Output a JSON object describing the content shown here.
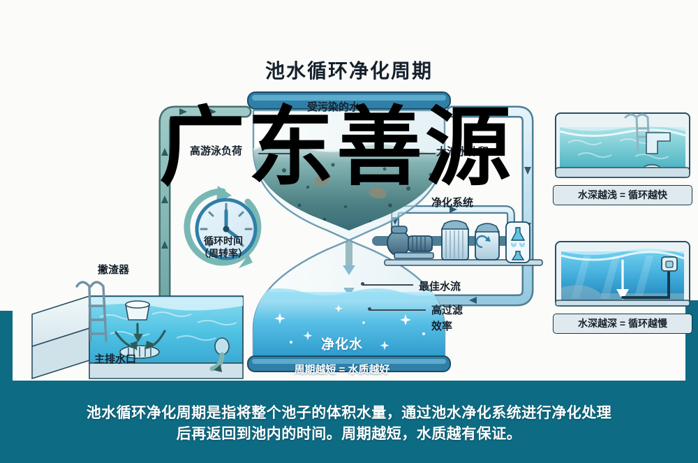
{
  "title": "池水循环净化周期",
  "watermark": "广东善源",
  "caption": {
    "line1": "池水循环净化周期是指将整个池子的体积水量，通过池水净化系统进行净化处理",
    "line2": "后再返回到池内的时间。周期越短，水质越有保证。"
  },
  "hourglass": {
    "top_label": "受污染的水",
    "left_label": "高游泳负荷",
    "right_label": "大池水体积",
    "pure_title": "净化水",
    "pure_sub": "周期越短 = 水质越好"
  },
  "system": {
    "label": "净化系统",
    "flow_label": "最佳水流",
    "filter_label_line1": "高过滤",
    "filter_label_line2": "效率"
  },
  "clock": {
    "line1": "循环时间",
    "line2": "（周转率）"
  },
  "pool": {
    "skimmer_label": "撇渣器",
    "drain_label": "主排水口"
  },
  "insets": [
    {
      "name": "shallow-pool",
      "caption": "水深越浅 = 循环越快"
    },
    {
      "name": "deep-pool",
      "caption": "水深越深 = 循环越慢"
    }
  ],
  "colors": {
    "band": "#0d6b84",
    "ink": "#15212b",
    "pipe_teal": "#6fa8a8",
    "pipe_blue": "#b9dcec",
    "dirty_water": "#4f7f84",
    "clean_water": "#45b6e0"
  }
}
